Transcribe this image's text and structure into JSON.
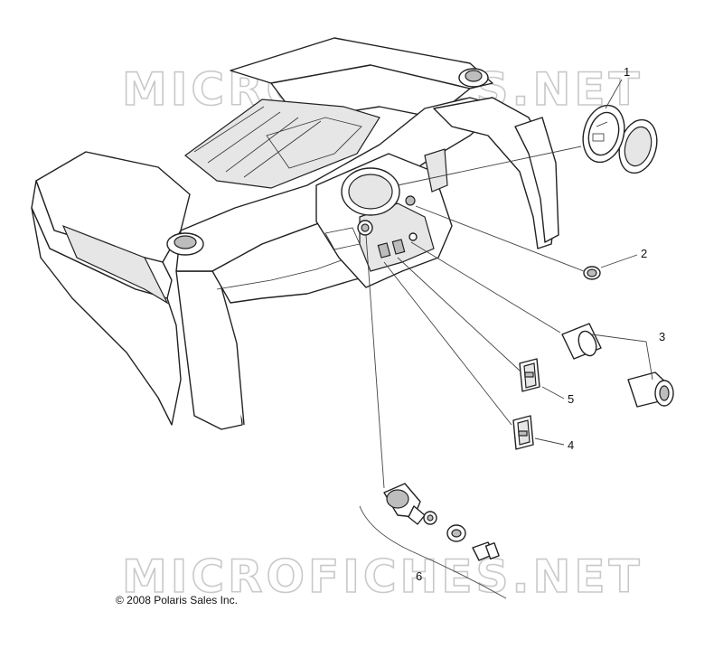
{
  "watermark": {
    "top_text": "MICROFICHES.NET",
    "bottom_text": "MICROFICHES.NET"
  },
  "callouts": {
    "c1": "1",
    "c2": "2",
    "c3": "3",
    "c4": "4",
    "c5": "5",
    "c6": "6"
  },
  "copyright": "© 2008 Polaris Sales Inc."
}
